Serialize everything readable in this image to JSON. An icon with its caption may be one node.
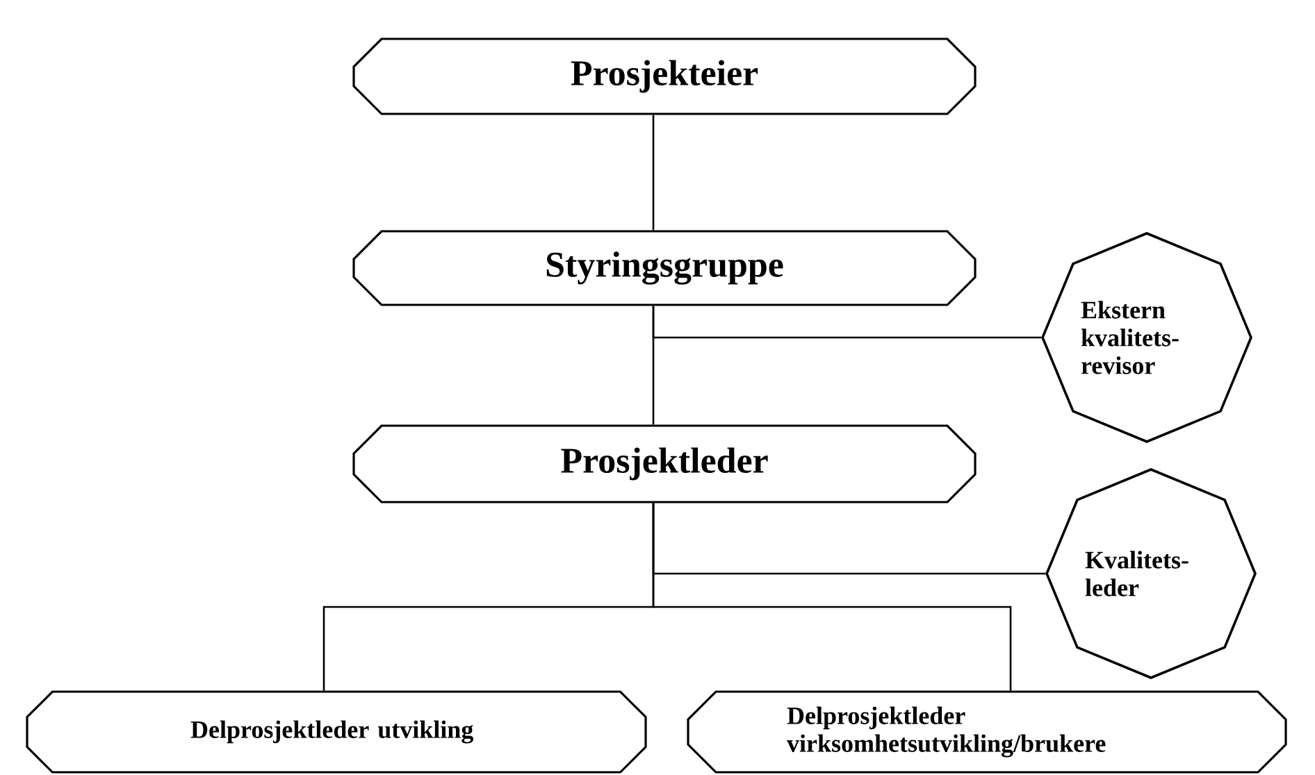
{
  "diagram": {
    "nodes": [
      {
        "text": [
          "Prosjekteier"
        ]
      },
      {
        "text": [
          "Styringsgruppe"
        ]
      },
      {
        "text": [
          "Ekstern kvalitets- revisor"
        ]
      },
      {
        "text": [
          "Prosjektleder"
        ]
      },
      {
        "text": [
          "Kvalitets- leder"
        ]
      },
      {
        "text": [
          "Delprosjektleder utvikling"
        ]
      },
      {
        "text": [
          "Delprosjektleder virksomhetsutvikling/brukere"
        ]
      }
    ],
    "edges": [
      {
        "from": 0,
        "to": 1,
        "arrow": "none"
      },
      {
        "from": 1,
        "to": 3,
        "arrow": "none"
      },
      {
        "from": 1,
        "to": 2,
        "arrow": "none"
      },
      {
        "from": 3,
        "to": 4,
        "arrow": "none"
      },
      {
        "from": 3,
        "to": 5,
        "arrow": "none"
      },
      {
        "from": 3,
        "to": 6,
        "arrow": "none"
      }
    ]
  }
}
